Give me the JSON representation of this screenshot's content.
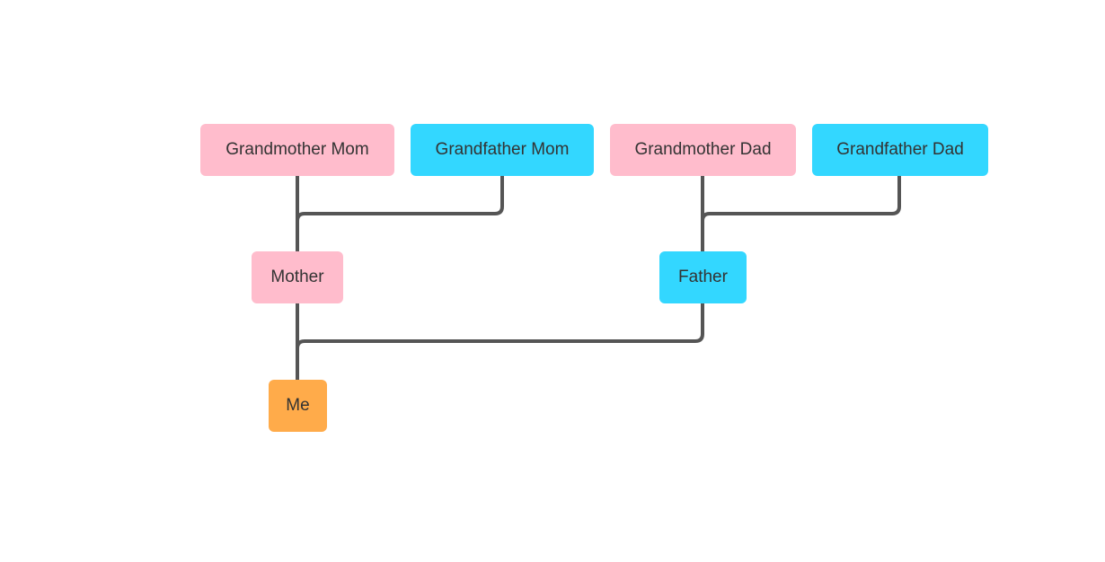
{
  "diagram": {
    "nodes": [
      {
        "id": "grandmother-mom",
        "label": "Grandmother Mom",
        "color": "#ffbccc"
      },
      {
        "id": "grandfather-mom",
        "label": "Grandfather Mom",
        "color": "#33d7ff"
      },
      {
        "id": "grandmother-dad",
        "label": "Grandmother Dad",
        "color": "#ffbccc"
      },
      {
        "id": "grandfather-dad",
        "label": "Grandfather Dad",
        "color": "#33d7ff"
      },
      {
        "id": "mother",
        "label": "Mother",
        "color": "#ffbccc"
      },
      {
        "id": "father",
        "label": "Father",
        "color": "#33d7ff"
      },
      {
        "id": "me",
        "label": "Me",
        "color": "#ffab4a"
      }
    ],
    "edges": [
      {
        "parents": [
          "grandmother-mom",
          "grandfather-mom"
        ],
        "child": "mother"
      },
      {
        "parents": [
          "grandmother-dad",
          "grandfather-dad"
        ],
        "child": "father"
      },
      {
        "parents": [
          "mother",
          "father"
        ],
        "child": "me"
      }
    ],
    "connector_color": "#555555"
  }
}
